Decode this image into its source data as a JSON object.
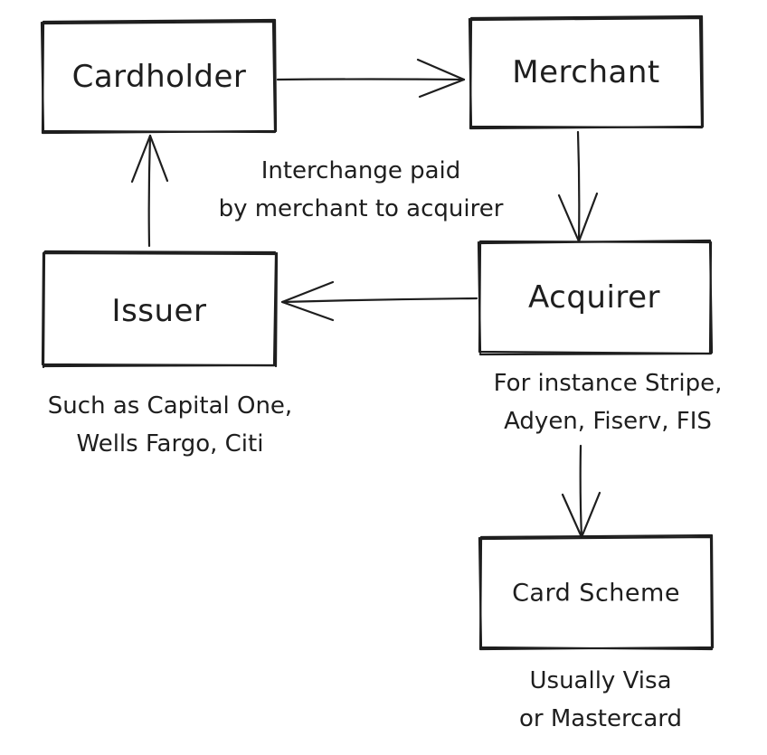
{
  "nodes": {
    "cardholder": {
      "label": "Cardholder"
    },
    "merchant": {
      "label": "Merchant"
    },
    "acquirer": {
      "label": "Acquirer"
    },
    "issuer": {
      "label": "Issuer"
    },
    "card_scheme": {
      "label": "Card Scheme"
    }
  },
  "annotations": {
    "interchange": [
      "Interchange paid",
      "by merchant to acquirer"
    ],
    "issuer_examples": [
      "Such as Capital One,",
      "Wells Fargo, Citi"
    ],
    "acquirer_examples": [
      "For instance Stripe,",
      "Adyen, Fiserv, FIS"
    ],
    "scheme_examples": [
      "Usually Visa",
      "or Mastercard"
    ]
  },
  "edges": [
    {
      "from": "cardholder",
      "to": "merchant"
    },
    {
      "from": "merchant",
      "to": "acquirer"
    },
    {
      "from": "acquirer",
      "to": "issuer"
    },
    {
      "from": "issuer",
      "to": "cardholder"
    },
    {
      "from": "acquirer",
      "to": "card_scheme"
    }
  ]
}
